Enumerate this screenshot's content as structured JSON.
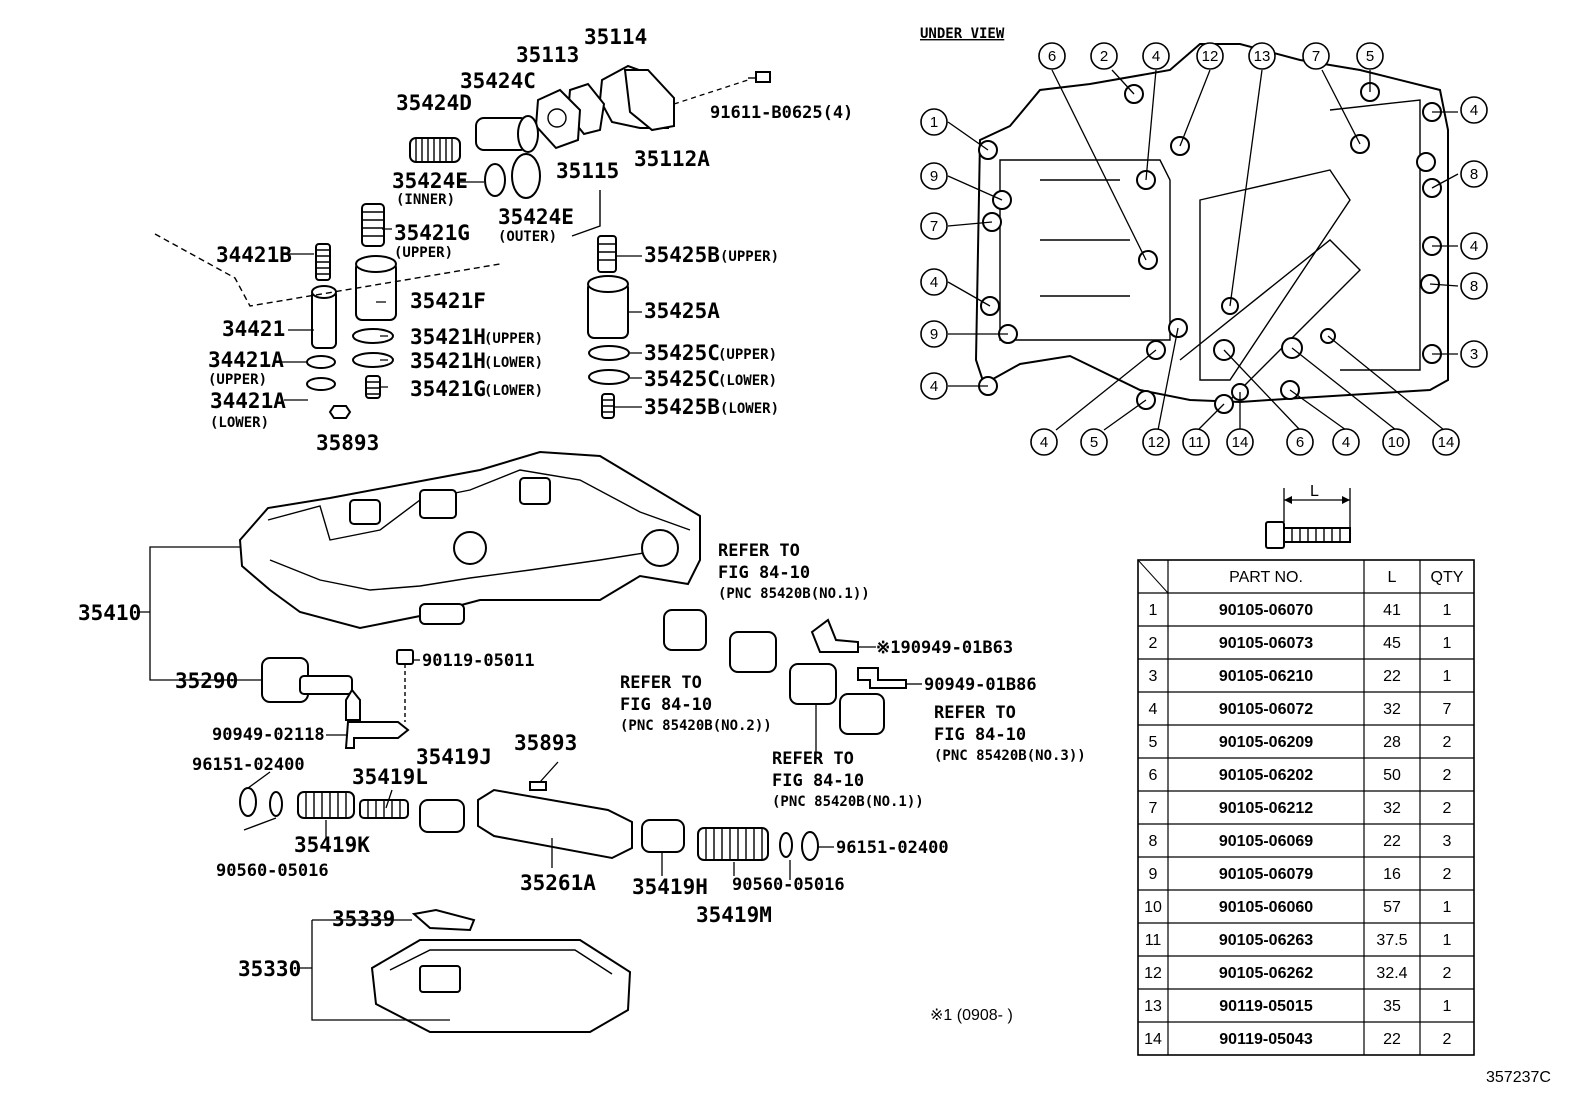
{
  "figure_code": "357237C",
  "under_view_title": "UNDER VIEW",
  "note": "※1  (0908-        )",
  "labels": {
    "p35114": "35114",
    "p35113": "35113",
    "p35424C": "35424C",
    "p35424D": "35424D",
    "p91611": "91611-B0625(4)",
    "p35115": "35115",
    "p35112A": "35112A",
    "p35424E_inner": "35424E",
    "p35424E_inner_sub": "(INNER)",
    "p35424E_outer": "35424E",
    "p35424E_outer_sub": "(OUTER)",
    "p35421G_upper": "35421G",
    "p35421G_upper_sub": "(UPPER)",
    "p34421B": "34421B",
    "p35425B_upper": "35425B",
    "p35425B_upper_sub": "(UPPER)",
    "p35421F": "35421F",
    "p34421": "34421",
    "p35425A": "35425A",
    "p35421H_upper": "35421H",
    "p35421H_upper_sub": "(UPPER)",
    "p34421A_upper": "34421A",
    "p34421A_upper_sub": "(UPPER)",
    "p35421H_lower": "35421H",
    "p35421H_lower_sub": "(LOWER)",
    "p35425C_upper": "35425C",
    "p35425C_upper_sub": "(UPPER)",
    "p35425C_lower": "35425C",
    "p35425C_lower_sub": "(LOWER)",
    "p34421A_lower": "34421A",
    "p34421A_lower_sub": "(LOWER)",
    "p35421G_lower": "35421G",
    "p35421G_lower_sub": "(LOWER)",
    "p35425B_lower": "35425B",
    "p35425B_lower_sub": "(LOWER)",
    "p35893_top": "35893",
    "p35410": "35410",
    "p35290": "35290",
    "p90119_05011": "90119-05011",
    "p90949_02118": "90949-02118",
    "p96151_left": "96151-02400",
    "p35419L": "35419L",
    "p35419J": "35419J",
    "p35893_mid": "35893",
    "p35419K": "35419K",
    "p90560_left": "90560-05016",
    "p35261A": "35261A",
    "p35419H": "35419H",
    "p90560_right": "90560-05016",
    "p35419M": "35419M",
    "p96151_right": "96151-02400",
    "p35339": "35339",
    "p35330": "35330",
    "p90949_01B63": "※190949-01B63",
    "p90949_01B86": "90949-01B86",
    "ref1_a": "REFER TO",
    "ref1_b": "FIG 84-10",
    "ref1_c": "(PNC 85420B(NO.1))",
    "ref2_a": "REFER TO",
    "ref2_b": "FIG 84-10",
    "ref2_c": "(PNC 85420B(NO.2))",
    "ref3_a": "REFER TO",
    "ref3_b": "FIG 84-10",
    "ref3_c": "(PNC 85420B(NO.3))",
    "ref4_a": "REFER TO",
    "ref4_b": "FIG 84-10",
    "ref4_c": "(PNC 85420B(NO.1))",
    "bolt_dim": "L"
  },
  "under_view_callouts": {
    "left": [
      "1",
      "9",
      "7",
      "4",
      "9",
      "4"
    ],
    "top": [
      "6",
      "2",
      "4",
      "12",
      "13",
      "7",
      "5"
    ],
    "right": [
      "4",
      "8",
      "4",
      "8",
      "3"
    ],
    "bottom": [
      "4",
      "5",
      "12",
      "11",
      "14",
      "6",
      "4",
      "10",
      "14"
    ]
  },
  "bolt_table": {
    "headers": [
      "",
      "PART NO.",
      "L",
      "QTY"
    ],
    "rows": [
      [
        "1",
        "90105-06070",
        "41",
        "1"
      ],
      [
        "2",
        "90105-06073",
        "45",
        "1"
      ],
      [
        "3",
        "90105-06210",
        "22",
        "1"
      ],
      [
        "4",
        "90105-06072",
        "32",
        "7"
      ],
      [
        "5",
        "90105-06209",
        "28",
        "2"
      ],
      [
        "6",
        "90105-06202",
        "50",
        "2"
      ],
      [
        "7",
        "90105-06212",
        "32",
        "2"
      ],
      [
        "8",
        "90105-06069",
        "22",
        "3"
      ],
      [
        "9",
        "90105-06079",
        "16",
        "2"
      ],
      [
        "10",
        "90105-06060",
        "57",
        "1"
      ],
      [
        "11",
        "90105-06263",
        "37.5",
        "1"
      ],
      [
        "12",
        "90105-06262",
        "32.4",
        "2"
      ],
      [
        "13",
        "90119-05015",
        "35",
        "1"
      ],
      [
        "14",
        "90119-05043",
        "22",
        "2"
      ]
    ]
  }
}
